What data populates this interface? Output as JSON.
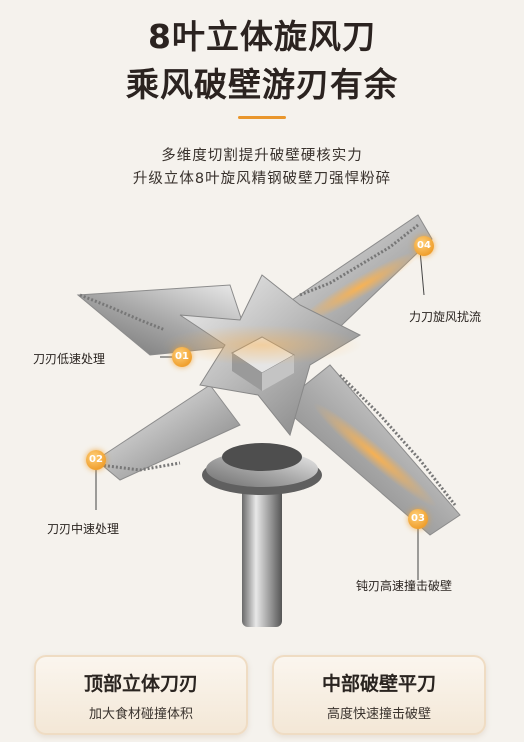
{
  "header": {
    "title_line1": "8叶立体旋风刀",
    "title_line2": "乘风破壁游刃有余",
    "subtitle_line1": "多维度切割提升破壁硬核实力",
    "subtitle_line2": "升级立体8叶旋风精钢破壁刀强悍粉碎"
  },
  "callouts": [
    {
      "num": "01",
      "label": "刀刃低速处理"
    },
    {
      "num": "02",
      "label": "刀刃中速处理"
    },
    {
      "num": "03",
      "label": "钝刃高速撞击破壁"
    },
    {
      "num": "04",
      "label": "力刀旋风扰流"
    }
  ],
  "cards": [
    {
      "title": "顶部立体刀刃",
      "subtitle": "加大食材碰撞体积"
    },
    {
      "title": "中部破壁平刀",
      "subtitle": "高度快速撞击破壁"
    }
  ],
  "colors": {
    "accent": "#e9962c",
    "background": "#f5f2ed",
    "badge": "#f0a02e"
  }
}
